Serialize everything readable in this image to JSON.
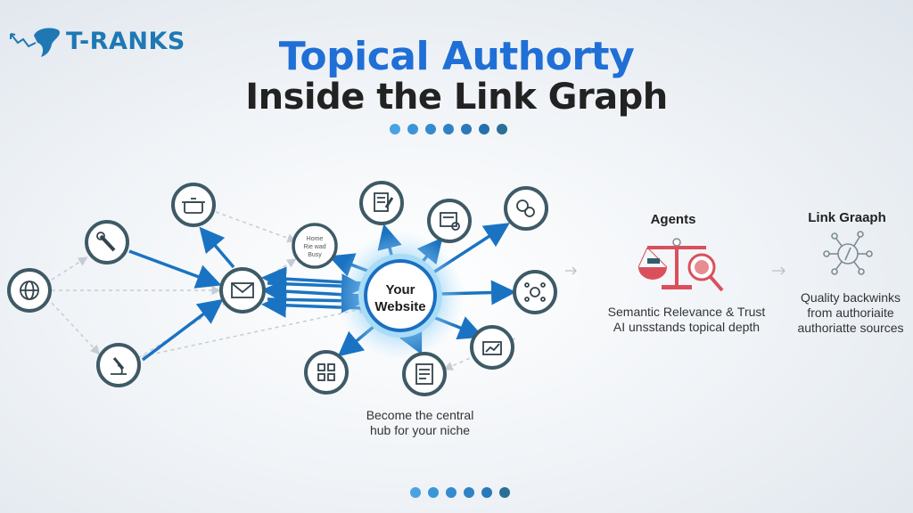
{
  "brand": {
    "logo_text": "T-RANKS"
  },
  "title": {
    "line1": "Topical Authorty",
    "line2": "Inside the Link Graph"
  },
  "graph": {
    "hub_label_line1": "Your",
    "hub_label_line2": "Website",
    "small_node_lines": [
      "Home",
      "Rie wad",
      "Busy"
    ],
    "caption_line1": "Become the central",
    "caption_line2": "hub for your niche"
  },
  "agents": {
    "heading": "Agents",
    "line1": "Semantic Relevance & Trust",
    "line2": "AI unsstands topical depth"
  },
  "link_graph": {
    "heading": "Link Graaph",
    "line1": "Quality backwinks",
    "line2": "from authoriaite",
    "line3": "authoriatte sources"
  },
  "colors": {
    "accent": "#1f6fd6",
    "arrow": "#1a73c2",
    "node_ring": "#3e5a66",
    "scale": "#d9505c"
  }
}
